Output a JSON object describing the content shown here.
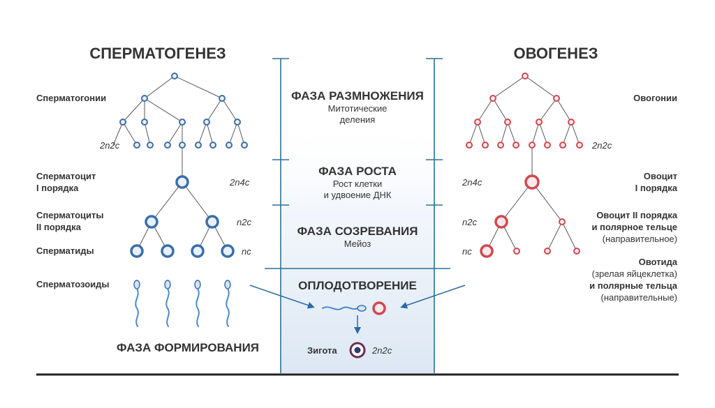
{
  "titles": {
    "left": "СПЕРМАТОГЕНЕЗ",
    "right": "ОВОГЕНЕЗ",
    "formation": "ФАЗА ФОРМИРОВАНИЯ"
  },
  "left_labels": {
    "spermatogonia": "Сперматогонии",
    "spermatocyte1_a": "Сперматоцит",
    "spermatocyte1_b": "I порядка",
    "spermatocytes2_a": "Сперматоциты",
    "spermatocytes2_b": "II порядка",
    "spermatids": "Сперматиды",
    "spermatozoa": "Спермaтозоиды"
  },
  "right_labels": {
    "oogonia": "Овогонии",
    "oocyte1_a": "Овоцит",
    "oocyte1_b": "I порядка",
    "oocyte2_a": "Овоцит II порядка",
    "oocyte2_b": "и полярное тельце",
    "oocyte2_c": "(направительное)",
    "ootid_a": "Овотида",
    "ootid_b": "(зрелая яйцеклетка)",
    "ootid_c": "и полярные тельца",
    "ootid_d": "(направительные)"
  },
  "ploidy": {
    "left_2n2c": "2n2c",
    "left_2n4c": "2n4c",
    "left_n2c": "n2c",
    "left_nc": "nc",
    "right_2n2c": "2n2c",
    "right_2n4c": "2n4c",
    "right_n2c": "n2c",
    "right_nc": "nc",
    "zygote": "2n2c"
  },
  "phases": {
    "multiplication_title": "ФАЗА РАЗМНОЖЕНИЯ",
    "multiplication_sub1": "Митотические",
    "multiplication_sub2": "деления",
    "growth_title": "ФАЗА РОСТА",
    "growth_sub1": "Рост клетки",
    "growth_sub2": "и удвоение ДНК",
    "maturation_title": "ФАЗА СОЗРЕВАНИЯ",
    "maturation_sub": "Мейоз",
    "fertilization_title": "ОПЛОДОТВОРЕНИЕ",
    "zygote_label": "Зигота"
  },
  "colors": {
    "sperm_blue": "#3b6ea8",
    "sperm_fill": "#e8f1fb",
    "egg_red": "#d0484f",
    "egg_fill": "#fbe9ea",
    "axis": "#2e6f95",
    "text": "#333333",
    "arrow": "#2b6aa0",
    "ground": "#222222",
    "panel_gradient_bottom": "#dde8f4"
  }
}
